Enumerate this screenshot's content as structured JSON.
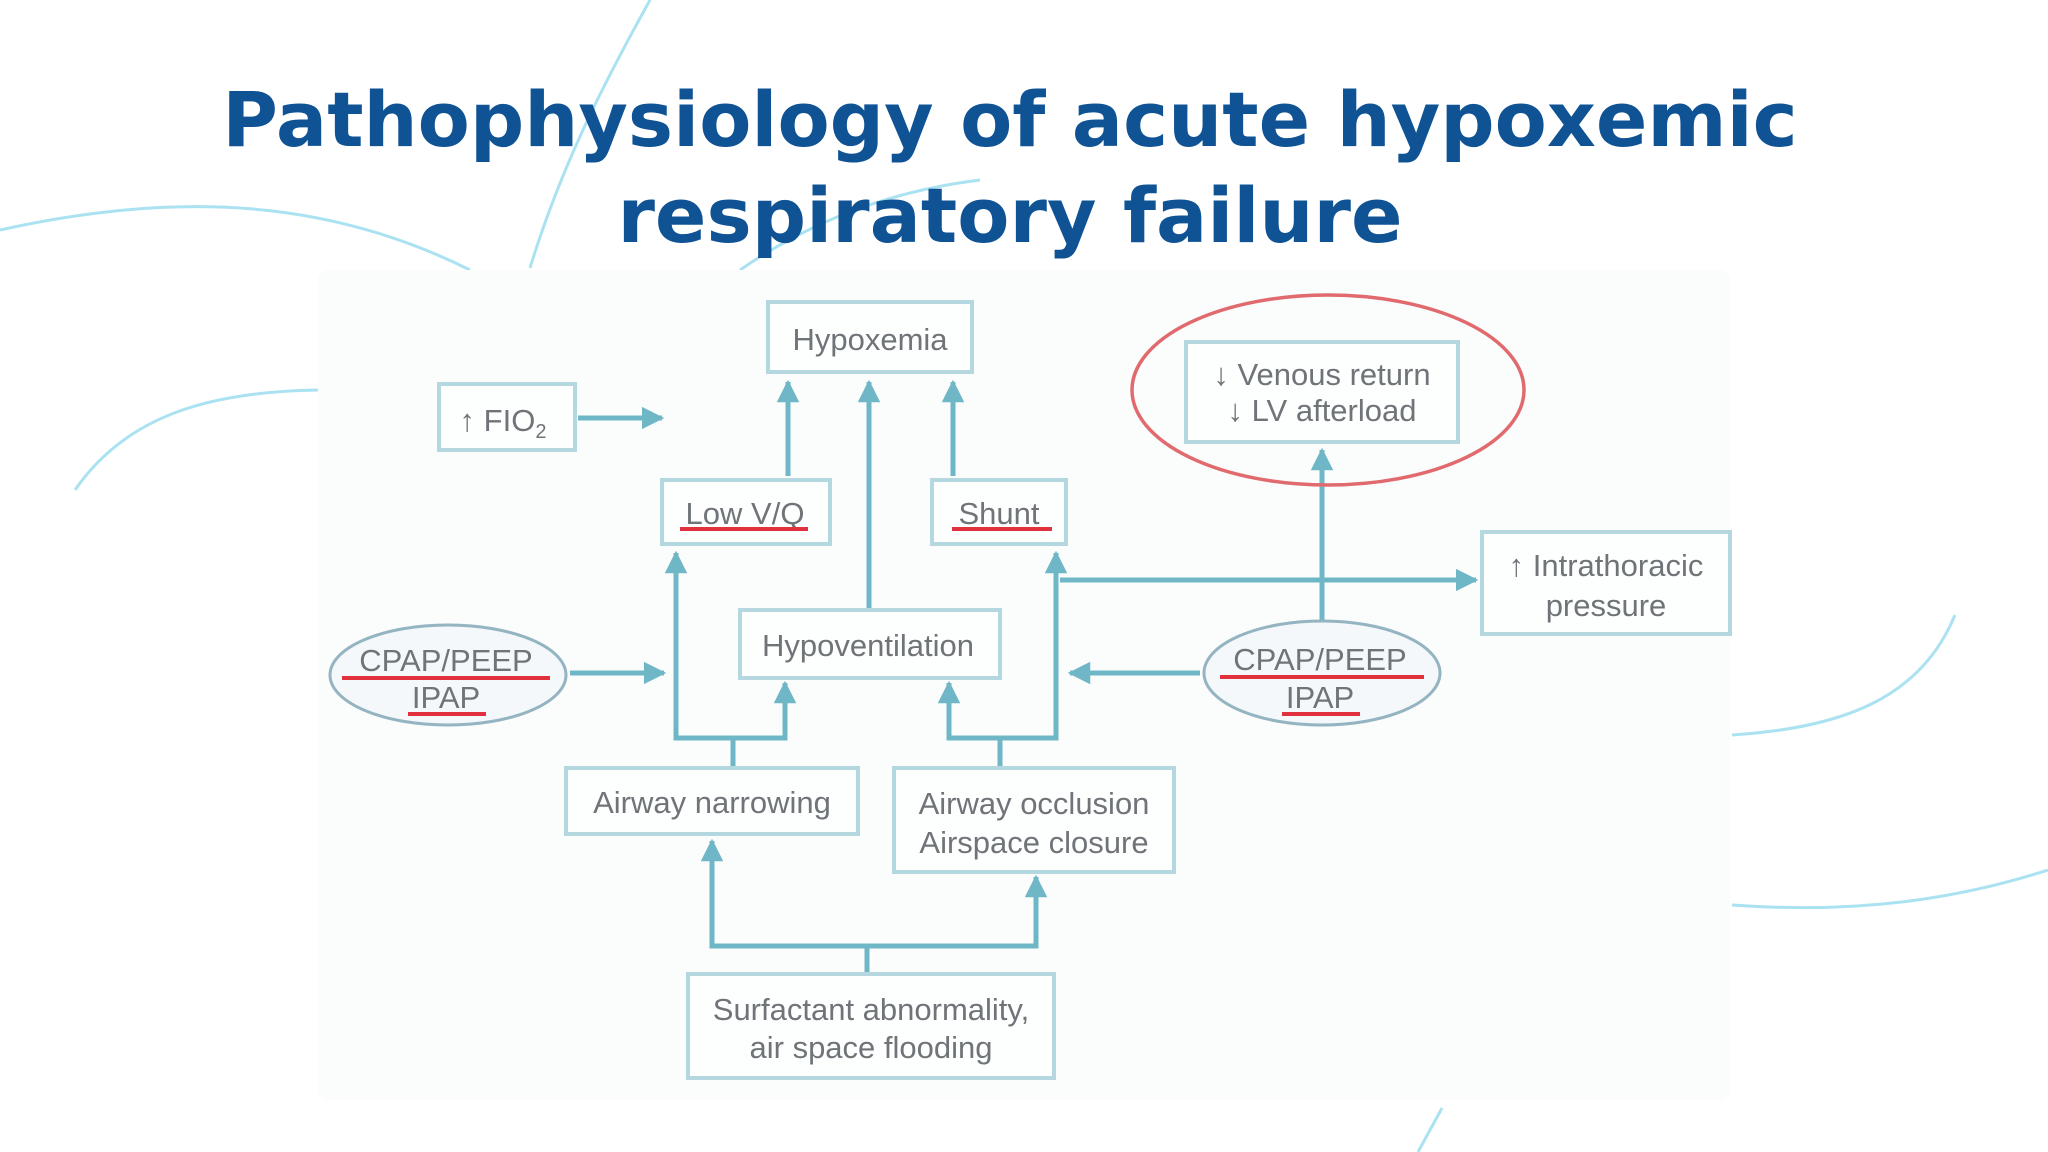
{
  "slide": {
    "title_line1": "Pathophysiology of acute hypoxemic",
    "title_line2": "respiratory failure"
  },
  "colors": {
    "title": "#0f5394",
    "connector": "#6fb7c6",
    "box_border": "#b5d8e0",
    "highlight_red": "#e0313d",
    "text": "#6f7478",
    "decoration": "#8ed8ec"
  },
  "diagram": {
    "hypoxemia": "Hypoxemia",
    "fio2_prefix": "↑ FIO",
    "fio2_sub": "2",
    "low_vq": "Low V/Q",
    "shunt": "Shunt",
    "hypoventilation": "Hypoventilation",
    "venous_return": "↓ Venous return",
    "lv_afterload": "↓ LV afterload",
    "intrathoracic_1": "↑ Intrathoracic",
    "intrathoracic_2": "pressure",
    "cpap_left_1": "CPAP/PEEP",
    "cpap_left_2": "IPAP",
    "cpap_right_1": "CPAP/PEEP",
    "cpap_right_2": "IPAP",
    "airway_narrowing": "Airway narrowing",
    "airway_occlusion_1": "Airway occlusion",
    "airway_occlusion_2": "Airspace closure",
    "surfactant_1": "Surfactant abnormality,",
    "surfactant_2": "air space flooding"
  }
}
